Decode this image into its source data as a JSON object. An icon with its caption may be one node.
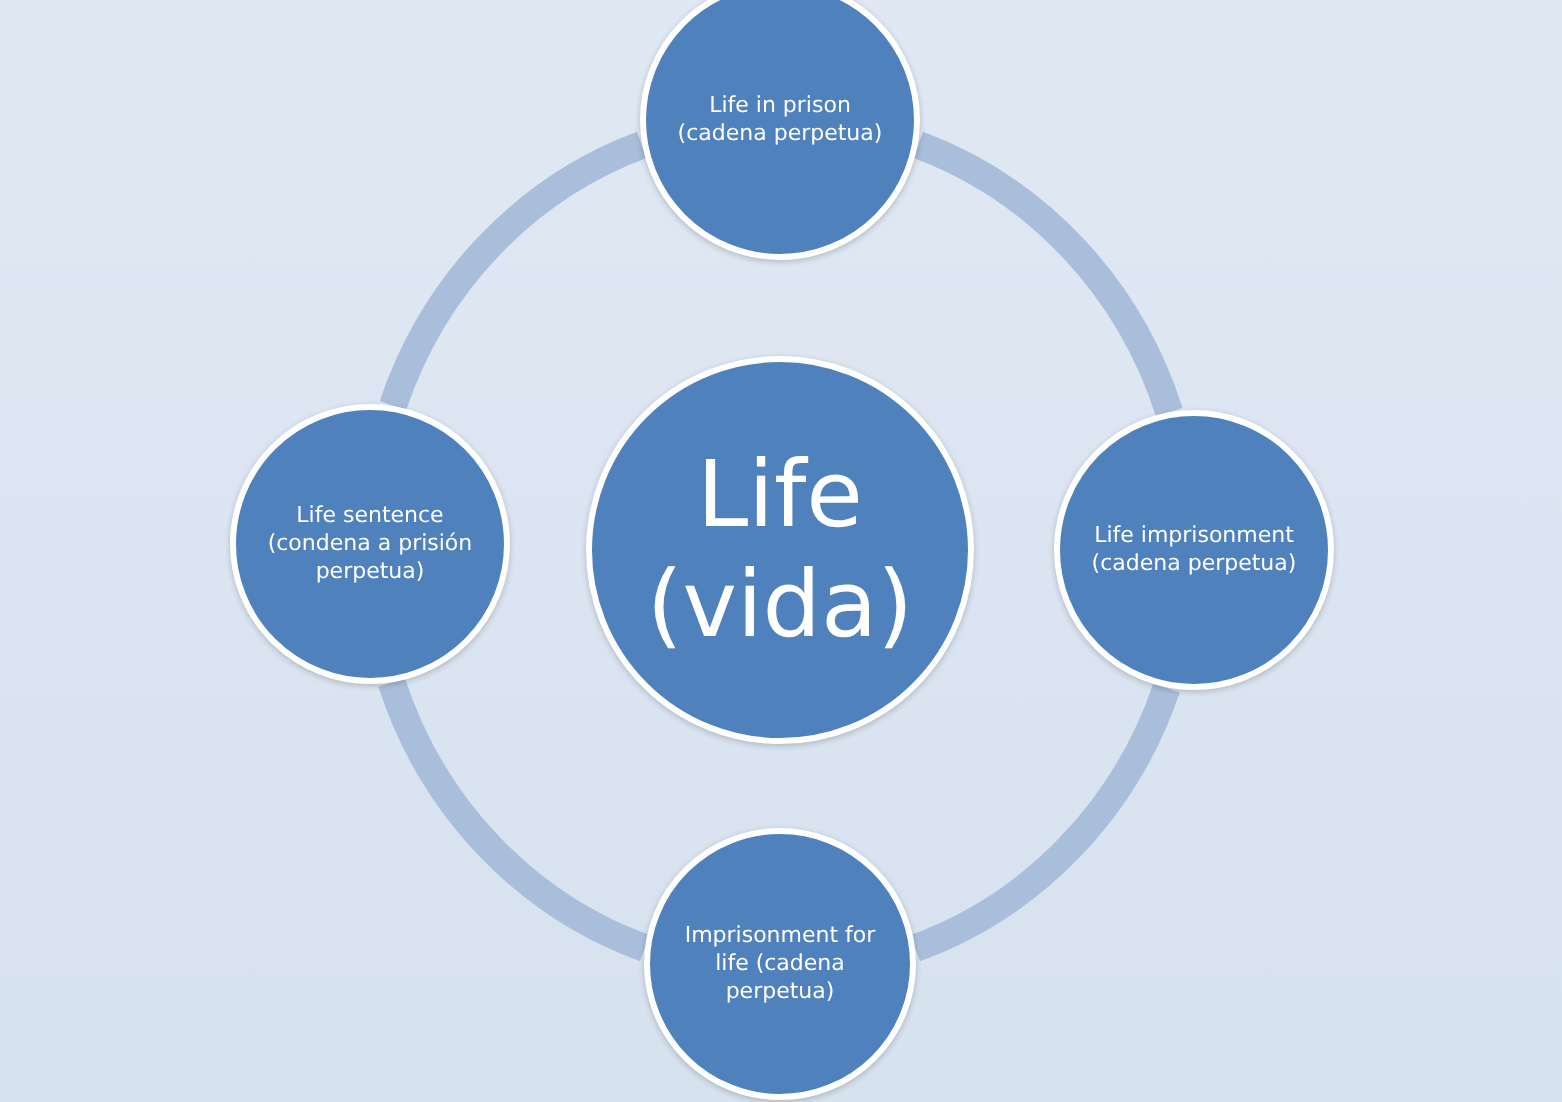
{
  "diagram": {
    "nodes": [
      {
        "text": [
          "Life (vida)"
        ]
      },
      {
        "text": [
          "Life in prison (cadena perpetua)"
        ]
      },
      {
        "text": [
          "Life imprisonment (cadena perpetua)"
        ]
      },
      {
        "text": [
          "Imprisonment for life (cadena perpetua)"
        ]
      },
      {
        "text": [
          "Life sentence (condena a prisión perpetua)"
        ]
      }
    ],
    "edges": [
      {
        "from": 1,
        "to": 2,
        "arrow": "none"
      },
      {
        "from": 2,
        "to": 3,
        "arrow": "none"
      },
      {
        "from": 3,
        "to": 4,
        "arrow": "none"
      },
      {
        "from": 4,
        "to": 1,
        "arrow": "none"
      }
    ]
  }
}
